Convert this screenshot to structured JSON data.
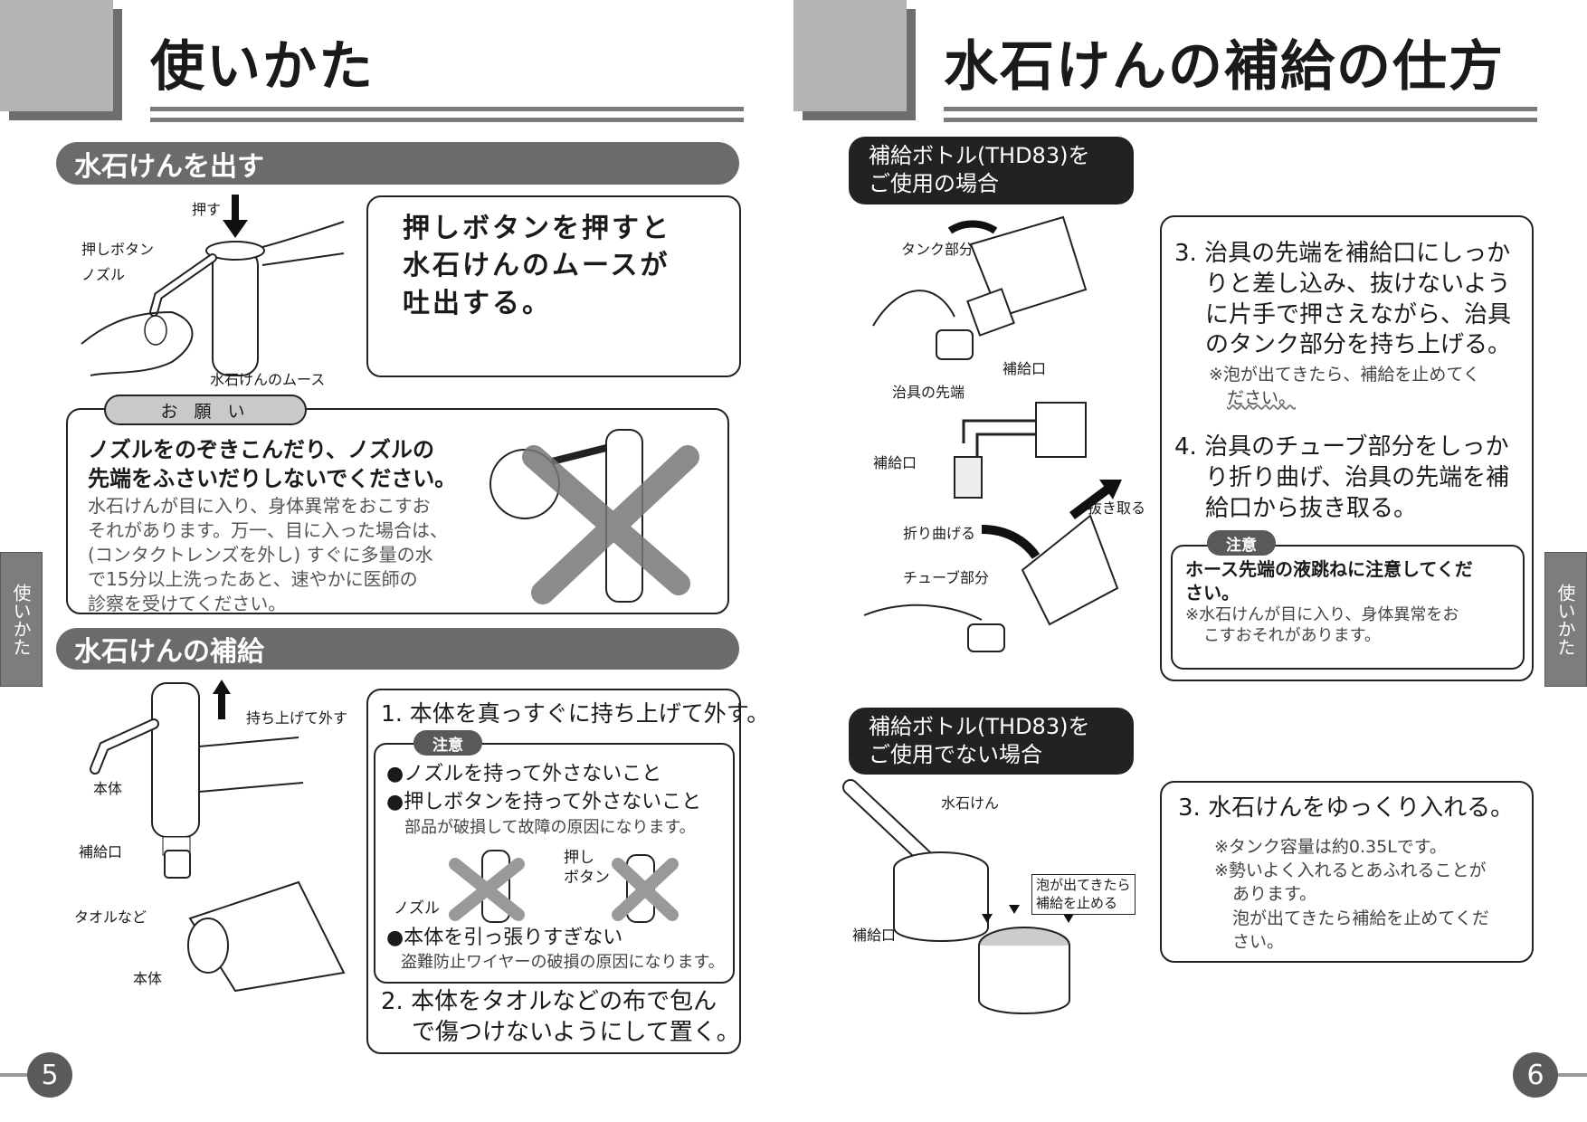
{
  "left_page": {
    "title": "使いかた",
    "side_tab": "使いかた",
    "page_number": "5",
    "section1": {
      "heading": "水石けんを出す",
      "labels": {
        "push": "押す",
        "push_button": "押しボタン",
        "nozzle": "ノズル",
        "mousse": "水石けんのムース"
      },
      "instruction": [
        "押しボタンを押すと",
        "水石けんのムースが",
        "吐出する。"
      ]
    },
    "request": {
      "label": "お 願 い",
      "main": [
        "ノズルをのぞきこんだり、ノズルの",
        "先端をふさいだりしないでください。"
      ],
      "detail": [
        "水石けんが目に入り、身体異常をおこすお",
        "それがあります。万一、目に入った場合は、",
        "(コンタクトレンズを外し) すぐに多量の水",
        "で15分以上洗ったあと、速やかに医師の",
        "診察を受けてください。"
      ]
    },
    "section2": {
      "heading": "水石けんの補給",
      "labels": {
        "lift": "持ち上げて外す",
        "body": "本体",
        "refill_port": "補給口",
        "towel": "タオルなど",
        "body2": "本体"
      },
      "step1": "1. 本体を真っすぐに持ち上げて外す。",
      "caution": {
        "label": "注意",
        "items": [
          "●ノズルを持って外さないこと",
          "●押しボタンを持って外さないこと"
        ],
        "note1": "部品が破損して故障の原因になります。",
        "fig_labels": {
          "nozzle": "ノズル",
          "push_button_1": "押し",
          "push_button_2": "ボタン"
        },
        "item3": "●本体を引っ張りすぎない",
        "note2": "盗難防止ワイヤーの破損の原因になります。"
      },
      "step2": [
        "2. 本体をタオルなどの布で包ん",
        "で傷つけないようにして置く。"
      ]
    }
  },
  "right_page": {
    "title": "水石けんの補給の仕方",
    "side_tab": "使いかた",
    "page_number": "6",
    "case1": {
      "label": [
        "補給ボトル(THD83)を",
        "ご使用の場合"
      ],
      "fig_labels": {
        "tank": "タンク部分",
        "refill_port": "補給口",
        "jig_tip": "治具の先端",
        "refill_port2": "補給口",
        "pull_out": "抜き取る",
        "bend": "折り曲げる",
        "tube": "チューブ部分"
      },
      "step3": [
        "3. 治具の先端を補給口にしっか",
        "りと差し込み、抜けないよう",
        "に片手で押さえながら、治具",
        "のタンク部分を持ち上げる。"
      ],
      "step3_note": [
        "※泡が出てきたら、補給を止めてく",
        "ださい。"
      ],
      "step4": [
        "4. 治具のチューブ部分をしっか",
        "り折り曲げ、治具の先端を補",
        "給口から抜き取る。"
      ],
      "caution": {
        "label": "注意",
        "main": [
          "ホース先端の液跳ねに注意してくだ",
          "さい。"
        ],
        "note": [
          "※水石けんが目に入り、身体異常をお",
          "こすおそれがあります。"
        ]
      }
    },
    "case2": {
      "label": [
        "補給ボトル(THD83)を",
        "ご使用でない場合"
      ],
      "fig_labels": {
        "soap": "水石けん",
        "refill_port": "補給口",
        "callout": [
          "泡が出てきたら",
          "補給を止める"
        ]
      },
      "step3": "3. 水石けんをゆっくり入れる。",
      "notes": [
        "※タンク容量は約0.35Lです。",
        "※勢いよく入れるとあふれることが",
        "あります。",
        "泡が出てきたら補給を止めてくだ",
        "さい。"
      ]
    }
  }
}
